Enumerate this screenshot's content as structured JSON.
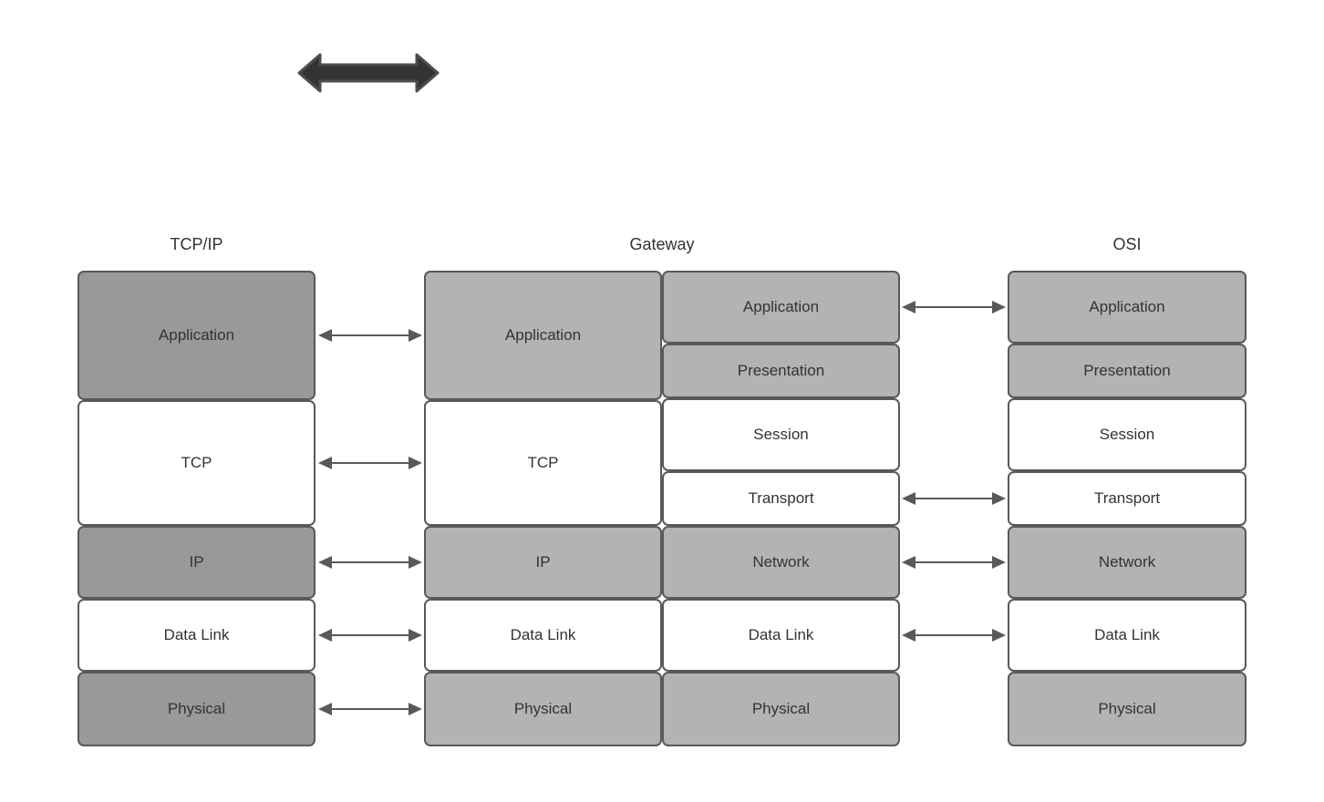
{
  "diagram": {
    "colors": {
      "dark_gray": "#999999",
      "light_gray": "#b3b3b3",
      "white": "#ffffff",
      "border": "#595959",
      "connector_arrow": "#595959",
      "thick_arrow_fill": "#333333",
      "text": "#333333"
    },
    "tcpip": {
      "title": "TCP/IP",
      "layers": [
        {
          "label": "Application",
          "shade": "dark"
        },
        {
          "label": "TCP",
          "shade": "white"
        },
        {
          "label": "IP",
          "shade": "dark"
        },
        {
          "label": "Data Link",
          "shade": "white"
        },
        {
          "label": "Physical",
          "shade": "dark"
        }
      ]
    },
    "gateway": {
      "title": "Gateway",
      "left_layers": [
        {
          "label": "Application",
          "shade": "light"
        },
        {
          "label": "TCP",
          "shade": "white"
        },
        {
          "label": "IP",
          "shade": "light"
        },
        {
          "label": "Data Link",
          "shade": "white"
        },
        {
          "label": "Physical",
          "shade": "light"
        }
      ],
      "right_layers": [
        {
          "label": "Application",
          "shade": "light"
        },
        {
          "label": "Presentation",
          "shade": "light"
        },
        {
          "label": "Session",
          "shade": "white"
        },
        {
          "label": "Transport",
          "shade": "white"
        },
        {
          "label": "Network",
          "shade": "light"
        },
        {
          "label": "Data Link",
          "shade": "white"
        },
        {
          "label": "Physical",
          "shade": "light"
        }
      ]
    },
    "osi": {
      "title": "OSI",
      "layers": [
        {
          "label": "Application",
          "shade": "light"
        },
        {
          "label": "Presentation",
          "shade": "light"
        },
        {
          "label": "Session",
          "shade": "white"
        },
        {
          "label": "Transport",
          "shade": "white"
        },
        {
          "label": "Network",
          "shade": "light"
        },
        {
          "label": "Data Link",
          "shade": "white"
        },
        {
          "label": "Physical",
          "shade": "light"
        }
      ]
    }
  }
}
